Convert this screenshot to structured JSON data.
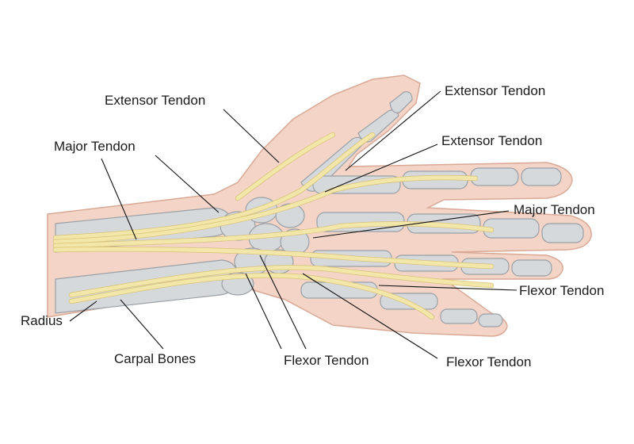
{
  "labels": {
    "extensor_tendon_1": "Extensor Tendon",
    "extensor_tendon_2": "Extensor Tendon",
    "extensor_tendon_3": "Extensor Tendon",
    "major_tendon_1": "Major Tendon",
    "major_tendon_2": "Major Tendon",
    "flexor_tendon_1": "Flexor Tendon",
    "flexor_tendon_2": "Flexor Tendon",
    "flexor_tendon_3": "Flexor Tendon",
    "radius": "Radius",
    "carpal_bones": "Carpal Bones"
  },
  "colors": {
    "skin": "#f3d4c6",
    "bone": "#d6d9dc",
    "tendon": "#f2e6a8",
    "text": "#1a1a1a"
  }
}
